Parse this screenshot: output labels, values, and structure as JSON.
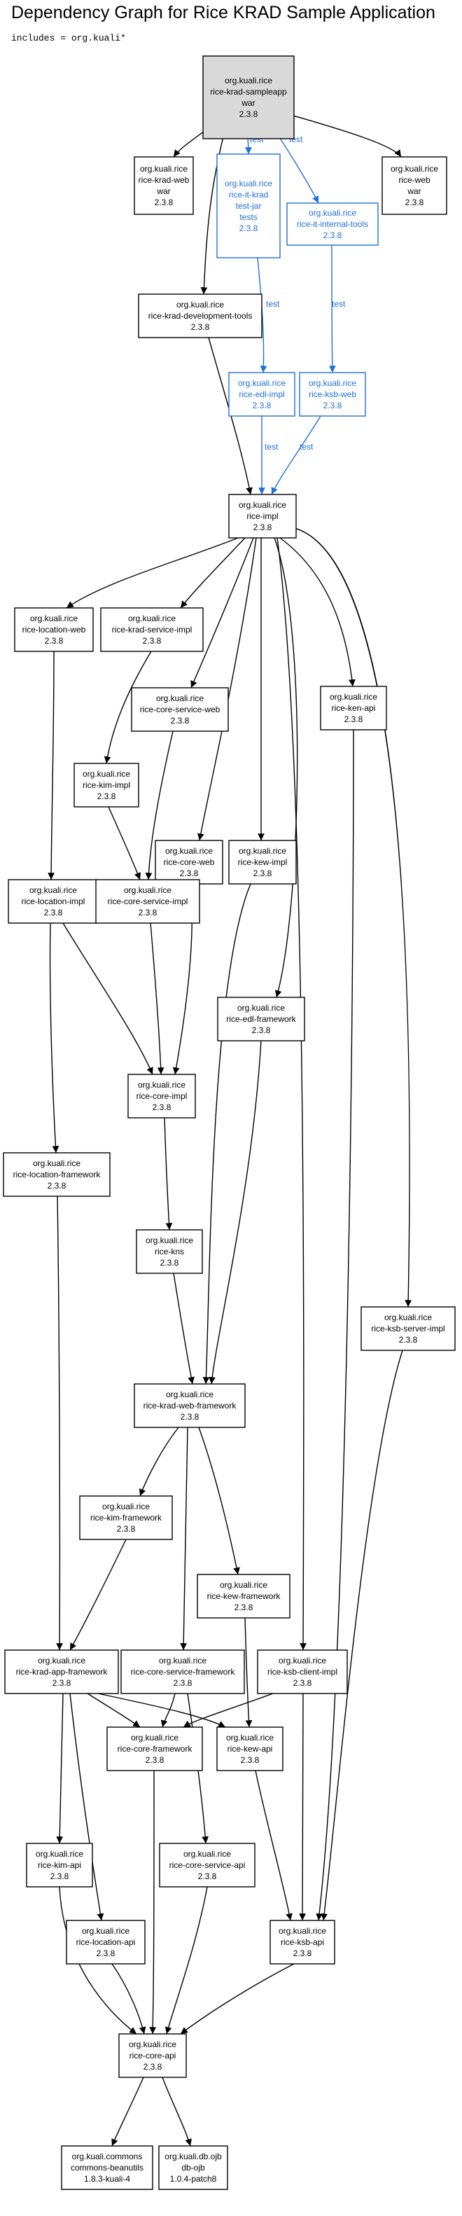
{
  "page": {
    "title": "Dependency Graph for Rice KRAD Sample Application",
    "includes": "includes = org.kuali*"
  },
  "colors": {
    "test": "#1f6fd6",
    "normal": "#000000",
    "root_fill": "#d9d9d9"
  },
  "edge_label": "test",
  "nodes": [
    {
      "id": "sampleapp",
      "lines": [
        "org.kuali.rice",
        "rice-krad-sampleapp",
        "war",
        "2.3.8"
      ],
      "style": "root"
    },
    {
      "id": "krad-web",
      "lines": [
        "org.kuali.rice",
        "rice-krad-web",
        "war",
        "2.3.8"
      ],
      "style": "normal"
    },
    {
      "id": "it-krad",
      "lines": [
        "org.kuali.rice",
        "rice-it-krad",
        "test-jar",
        "tests",
        "2.3.8"
      ],
      "style": "test"
    },
    {
      "id": "it-internal",
      "lines": [
        "org.kuali.rice",
        "rice-it-internal-tools",
        "2.3.8"
      ],
      "style": "test"
    },
    {
      "id": "web",
      "lines": [
        "org.kuali.rice",
        "rice-web",
        "war",
        "2.3.8"
      ],
      "style": "normal"
    },
    {
      "id": "dev-tools",
      "lines": [
        "org.kuali.rice",
        "rice-krad-development-tools",
        "2.3.8"
      ],
      "style": "normal"
    },
    {
      "id": "edl-impl",
      "lines": [
        "org.kuali.rice",
        "rice-edl-impl",
        "2.3.8"
      ],
      "style": "test"
    },
    {
      "id": "ksb-web",
      "lines": [
        "org.kuali.rice",
        "rice-ksb-web",
        "2.3.8"
      ],
      "style": "test"
    },
    {
      "id": "impl",
      "lines": [
        "org.kuali.rice",
        "rice-impl",
        "2.3.8"
      ],
      "style": "normal"
    },
    {
      "id": "location-web",
      "lines": [
        "org.kuali.rice",
        "rice-location-web",
        "2.3.8"
      ],
      "style": "normal"
    },
    {
      "id": "krad-service-impl",
      "lines": [
        "org.kuali.rice",
        "rice-krad-service-impl",
        "2.3.8"
      ],
      "style": "normal"
    },
    {
      "id": "core-service-web",
      "lines": [
        "org.kuali.rice",
        "rice-core-service-web",
        "2.3.8"
      ],
      "style": "normal"
    },
    {
      "id": "ken-api",
      "lines": [
        "org.kuali.rice",
        "rice-ken-api",
        "2.3.8"
      ],
      "style": "normal"
    },
    {
      "id": "kim-impl",
      "lines": [
        "org.kuali.rice",
        "rice-kim-impl",
        "2.3.8"
      ],
      "style": "normal"
    },
    {
      "id": "core-web",
      "lines": [
        "org.kuali.rice",
        "rice-core-web",
        "2.3.8"
      ],
      "style": "normal"
    },
    {
      "id": "kew-impl",
      "lines": [
        "org.kuali.rice",
        "rice-kew-impl",
        "2.3.8"
      ],
      "style": "normal"
    },
    {
      "id": "location-impl",
      "lines": [
        "org.kuali.rice",
        "rice-location-impl",
        "2.3.8"
      ],
      "style": "normal"
    },
    {
      "id": "core-service-impl",
      "lines": [
        "org.kuali.rice",
        "rice-core-service-impl",
        "2.3.8"
      ],
      "style": "normal"
    },
    {
      "id": "edl-framework",
      "lines": [
        "org.kuali.rice",
        "rice-edl-framework",
        "2.3.8"
      ],
      "style": "normal"
    },
    {
      "id": "core-impl",
      "lines": [
        "org.kuali.rice",
        "rice-core-impl",
        "2.3.8"
      ],
      "style": "normal"
    },
    {
      "id": "location-framework",
      "lines": [
        "org.kuali.rice",
        "rice-location-framework",
        "2.3.8"
      ],
      "style": "normal"
    },
    {
      "id": "kns",
      "lines": [
        "org.kuali.rice",
        "rice-kns",
        "2.3.8"
      ],
      "style": "normal"
    },
    {
      "id": "ksb-server-impl",
      "lines": [
        "org.kuali.rice",
        "rice-ksb-server-impl",
        "2.3.8"
      ],
      "style": "normal"
    },
    {
      "id": "krad-web-framework",
      "lines": [
        "org.kuali.rice",
        "rice-krad-web-framework",
        "2.3.8"
      ],
      "style": "normal"
    },
    {
      "id": "kim-framework",
      "lines": [
        "org.kuali.rice",
        "rice-kim-framework",
        "2.3.8"
      ],
      "style": "normal"
    },
    {
      "id": "kew-framework",
      "lines": [
        "org.kuali.rice",
        "rice-kew-framework",
        "2.3.8"
      ],
      "style": "normal"
    },
    {
      "id": "krad-app-framework",
      "lines": [
        "org.kuali.rice",
        "rice-krad-app-framework",
        "2.3.8"
      ],
      "style": "normal"
    },
    {
      "id": "core-service-framework",
      "lines": [
        "org.kuali.rice",
        "rice-core-service-framework",
        "2.3.8"
      ],
      "style": "normal"
    },
    {
      "id": "ksb-client-impl",
      "lines": [
        "org.kuali.rice",
        "rice-ksb-client-impl",
        "2.3.8"
      ],
      "style": "normal"
    },
    {
      "id": "core-framework",
      "lines": [
        "org.kuali.rice",
        "rice-core-framework",
        "2.3.8"
      ],
      "style": "normal"
    },
    {
      "id": "kew-api",
      "lines": [
        "org.kuali.rice",
        "rice-kew-api",
        "2.3.8"
      ],
      "style": "normal"
    },
    {
      "id": "kim-api",
      "lines": [
        "org.kuali.rice",
        "rice-kim-api",
        "2.3.8"
      ],
      "style": "normal"
    },
    {
      "id": "core-service-api",
      "lines": [
        "org.kuali.rice",
        "rice-core-service-api",
        "2.3.8"
      ],
      "style": "normal"
    },
    {
      "id": "location-api",
      "lines": [
        "org.kuali.rice",
        "rice-location-api",
        "2.3.8"
      ],
      "style": "normal"
    },
    {
      "id": "ksb-api",
      "lines": [
        "org.kuali.rice",
        "rice-ksb-api",
        "2.3.8"
      ],
      "style": "normal"
    },
    {
      "id": "core-api",
      "lines": [
        "org.kuali.rice",
        "rice-core-api",
        "2.3.8"
      ],
      "style": "normal"
    },
    {
      "id": "beanutils",
      "lines": [
        "org.kuali.commons",
        "commons-beanutils",
        "1.8.3-kuali-4"
      ],
      "style": "normal"
    },
    {
      "id": "ojb",
      "lines": [
        "org.kuali.db.ojb",
        "db-ojb",
        "1.0.4-patch8"
      ],
      "style": "normal"
    }
  ],
  "edges": [
    {
      "from": "sampleapp",
      "to": "krad-web",
      "test": false
    },
    {
      "from": "sampleapp",
      "to": "it-krad",
      "test": true
    },
    {
      "from": "sampleapp",
      "to": "it-internal",
      "test": true
    },
    {
      "from": "sampleapp",
      "to": "web",
      "test": false
    },
    {
      "from": "sampleapp",
      "to": "dev-tools",
      "test": false
    },
    {
      "from": "it-krad",
      "to": "edl-impl",
      "test": true
    },
    {
      "from": "it-internal",
      "to": "ksb-web",
      "test": true
    },
    {
      "from": "dev-tools",
      "to": "impl",
      "test": false
    },
    {
      "from": "edl-impl",
      "to": "impl",
      "test": true
    },
    {
      "from": "ksb-web",
      "to": "impl",
      "test": true
    },
    {
      "from": "impl",
      "to": "location-web",
      "test": false
    },
    {
      "from": "impl",
      "to": "krad-service-impl",
      "test": false
    },
    {
      "from": "impl",
      "to": "core-service-web",
      "test": false
    },
    {
      "from": "impl",
      "to": "core-web",
      "test": false
    },
    {
      "from": "impl",
      "to": "kew-impl",
      "test": false
    },
    {
      "from": "impl",
      "to": "edl-framework",
      "test": false
    },
    {
      "from": "impl",
      "to": "ken-api",
      "test": false
    },
    {
      "from": "impl",
      "to": "ksb-server-impl",
      "test": false
    },
    {
      "from": "impl",
      "to": "ksb-client-impl",
      "test": false
    },
    {
      "from": "location-web",
      "to": "location-impl",
      "test": false
    },
    {
      "from": "krad-service-impl",
      "to": "kim-impl",
      "test": false
    },
    {
      "from": "core-service-web",
      "to": "core-service-impl",
      "test": false
    },
    {
      "from": "kim-impl",
      "to": "core-service-impl",
      "test": false
    },
    {
      "from": "core-web",
      "to": "core-impl",
      "test": false
    },
    {
      "from": "kew-impl",
      "to": "krad-web-framework",
      "test": false
    },
    {
      "from": "ken-api",
      "to": "ksb-api",
      "test": false
    },
    {
      "from": "location-impl",
      "to": "core-impl",
      "test": false
    },
    {
      "from": "location-impl",
      "to": "location-framework",
      "test": false
    },
    {
      "from": "core-service-impl",
      "to": "core-impl",
      "test": false
    },
    {
      "from": "edl-framework",
      "to": "krad-web-framework",
      "test": false
    },
    {
      "from": "core-impl",
      "to": "kns",
      "test": false
    },
    {
      "from": "location-framework",
      "to": "krad-app-framework",
      "test": false
    },
    {
      "from": "kns",
      "to": "krad-web-framework",
      "test": false
    },
    {
      "from": "ksb-server-impl",
      "to": "ksb-api",
      "test": false
    },
    {
      "from": "krad-web-framework",
      "to": "kim-framework",
      "test": false
    },
    {
      "from": "krad-web-framework",
      "to": "core-service-framework",
      "test": false
    },
    {
      "from": "krad-web-framework",
      "to": "kew-framework",
      "test": false
    },
    {
      "from": "kim-framework",
      "to": "krad-app-framework",
      "test": false
    },
    {
      "from": "kew-framework",
      "to": "kew-api",
      "test": false
    },
    {
      "from": "krad-app-framework",
      "to": "kim-api",
      "test": false
    },
    {
      "from": "krad-app-framework",
      "to": "location-api",
      "test": false
    },
    {
      "from": "krad-app-framework",
      "to": "core-framework",
      "test": false
    },
    {
      "from": "krad-app-framework",
      "to": "kew-api",
      "test": false
    },
    {
      "from": "core-service-framework",
      "to": "core-framework",
      "test": false
    },
    {
      "from": "core-service-framework",
      "to": "core-service-api",
      "test": false
    },
    {
      "from": "ksb-client-impl",
      "to": "core-framework",
      "test": false
    },
    {
      "from": "ksb-client-impl",
      "to": "ksb-api",
      "test": false
    },
    {
      "from": "core-framework",
      "to": "core-api",
      "test": false
    },
    {
      "from": "kew-api",
      "to": "ksb-api",
      "test": false
    },
    {
      "from": "kim-api",
      "to": "core-api",
      "test": false
    },
    {
      "from": "core-service-api",
      "to": "core-api",
      "test": false
    },
    {
      "from": "location-api",
      "to": "core-api",
      "test": false
    },
    {
      "from": "ksb-api",
      "to": "core-api",
      "test": false
    },
    {
      "from": "core-api",
      "to": "beanutils",
      "test": false
    },
    {
      "from": "core-api",
      "to": "ojb",
      "test": false
    }
  ]
}
